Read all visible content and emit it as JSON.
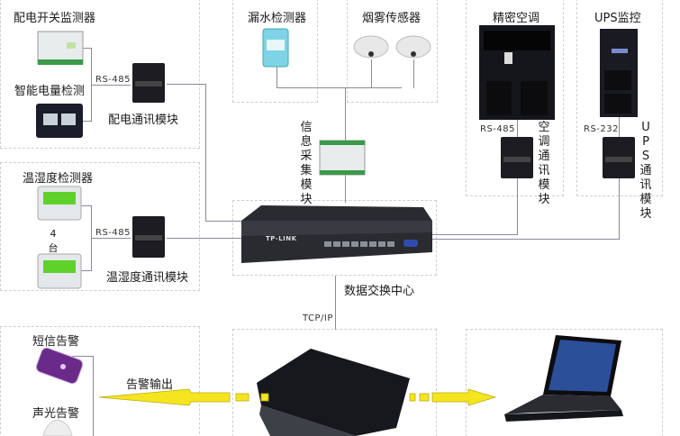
{
  "power_group": {
    "switch_monitor_label": "配电开关监测器",
    "meter_label": "智能电量检测",
    "bus_label": "RS-485",
    "module_label": "配电通讯模块"
  },
  "temp_group": {
    "sensor_label": "温湿度检测器",
    "count_label": "4台",
    "bus_label": "RS-485",
    "module_label": "温湿度通讯模块"
  },
  "water_group": {
    "label": "漏水检测器"
  },
  "smoke_group": {
    "label": "烟雾传感器"
  },
  "info_module": {
    "label": "信息采集模块"
  },
  "ac_group": {
    "label": "精密空调",
    "bus_label": "RS-485",
    "module_label": "空调通讯模块"
  },
  "ups_group": {
    "label": "UPS监控",
    "bus_label": "RS-232",
    "module_label": "UPS通讯模块"
  },
  "switch_center": {
    "label": "数据交换中心",
    "brand": "TP-LINK"
  },
  "network": {
    "protocol_label": "TCP/IP"
  },
  "alarm_group": {
    "sms_label": "短信告警",
    "sound_light_label": "声光告警",
    "output_label": "告警输出"
  },
  "colors": {
    "line": "#8a8aa0",
    "arrow": "#f5e51f",
    "arrow_stroke": "#b9ad10",
    "device_dark": "#1c1c22",
    "lcd_green": "#5fd12a"
  }
}
